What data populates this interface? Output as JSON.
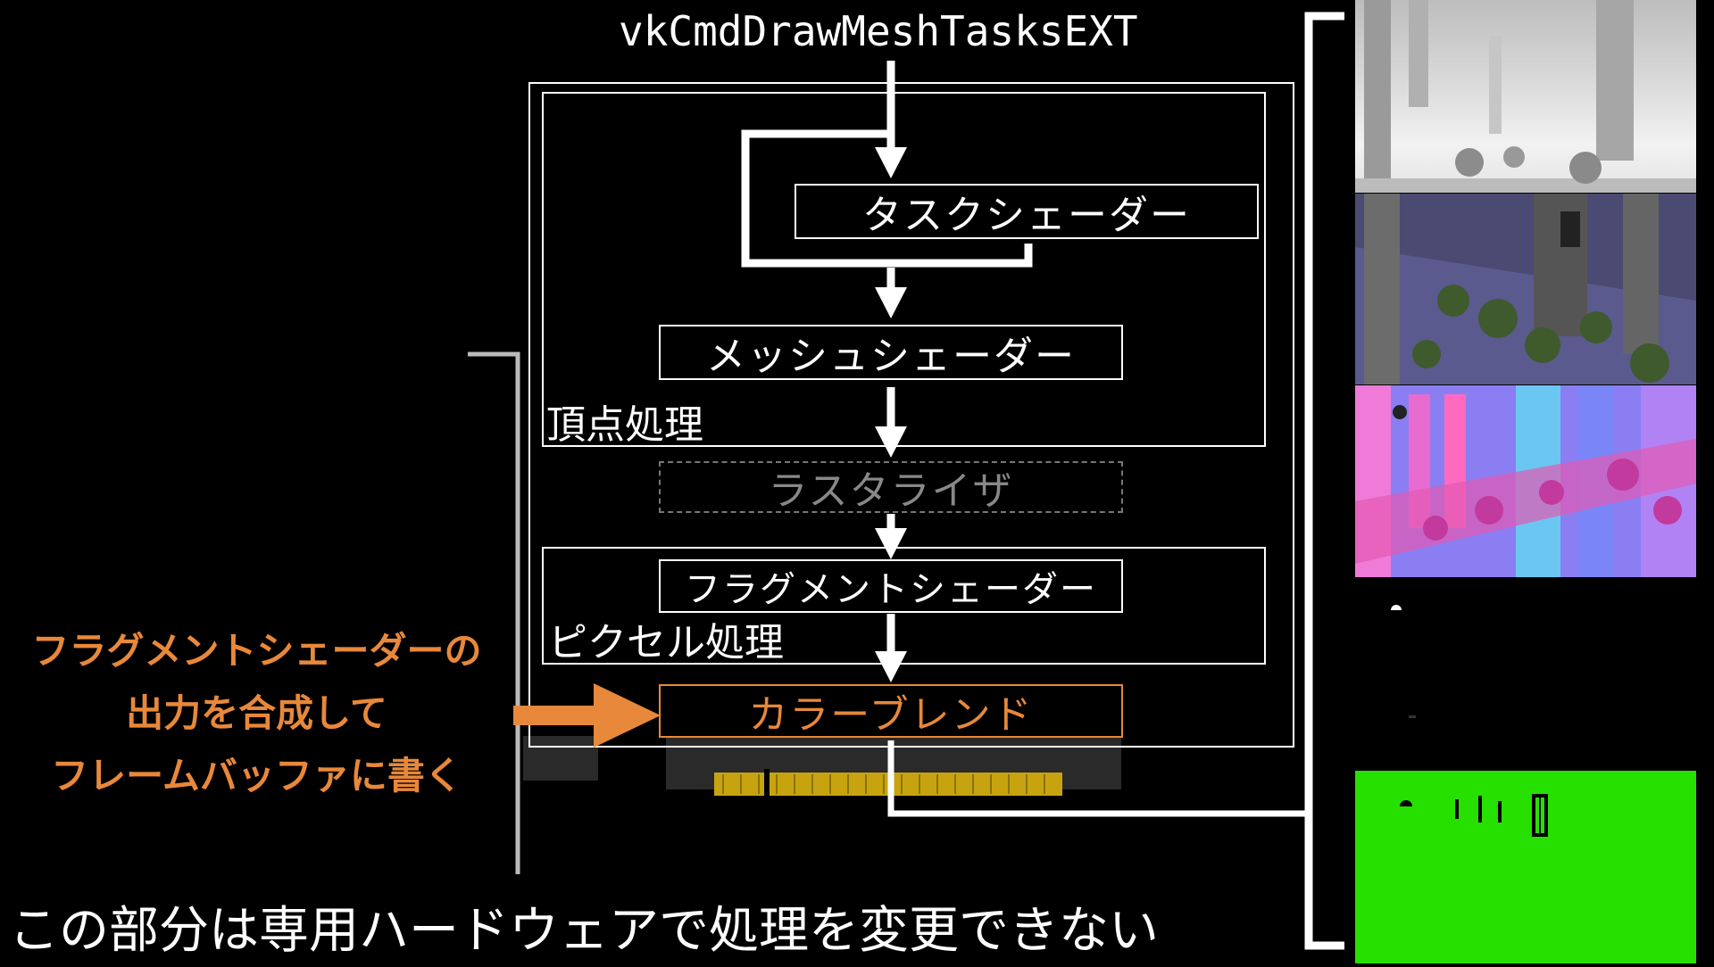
{
  "title": "vkCmdDrawMeshTasksEXT",
  "stages": {
    "task_shader": "タスクシェーダー",
    "mesh_shader": "メッシュシェーダー",
    "rasterizer": "ラスタライザ",
    "fragment_shader": "フラグメントシェーダー",
    "color_blend": "カラーブレンド"
  },
  "groups": {
    "vertex_processing": "頂点処理",
    "pixel_processing": "ピクセル処理"
  },
  "note": {
    "line1": "フラグメントシェーダーの",
    "line2": "出力を合成して",
    "line3": "フレームバッファに書く"
  },
  "footer": "この部分は専用ハードウェアで処理を変更できない",
  "colors": {
    "accent": "#e8883a",
    "rasterizer": "#888888",
    "foreground": "#ffffff",
    "background": "#000000"
  },
  "thumbnails": [
    "depth-buffer-image",
    "albedo-image",
    "normal-image",
    "dark-mask-image",
    "green-mask-image"
  ]
}
